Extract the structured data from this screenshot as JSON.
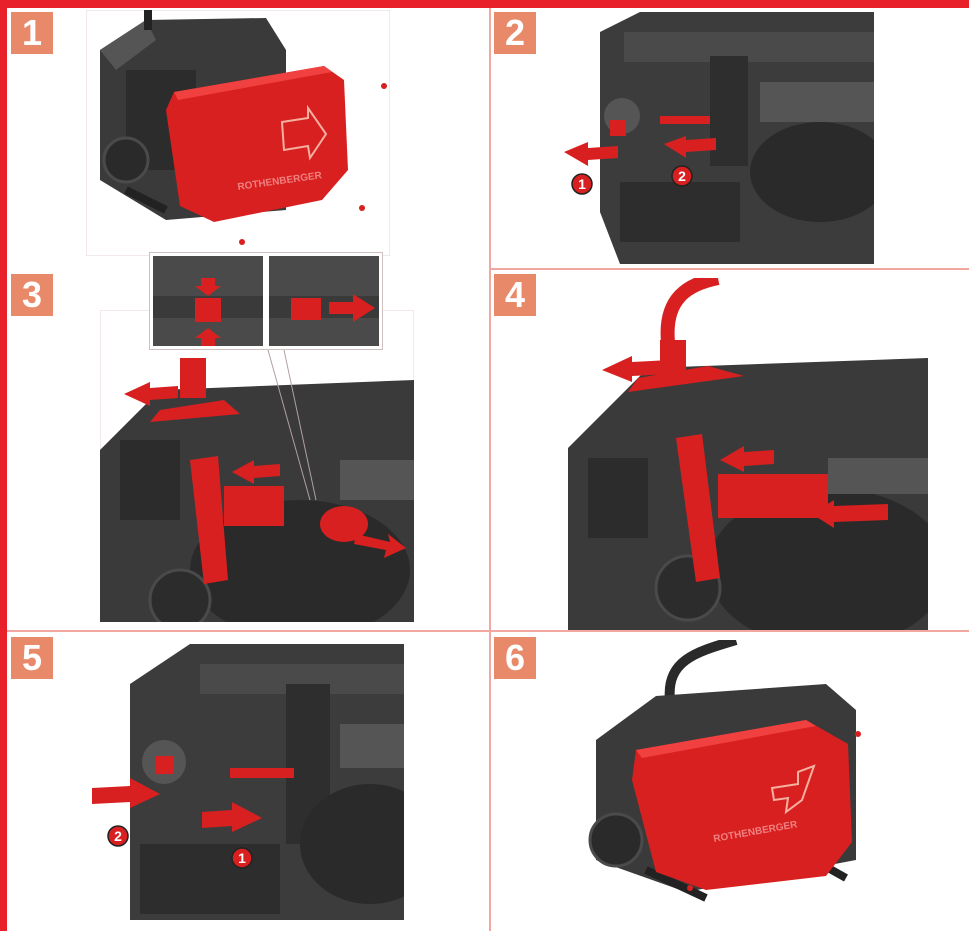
{
  "steps": [
    {
      "number": "1"
    },
    {
      "number": "2",
      "callouts": [
        "1",
        "2"
      ]
    },
    {
      "number": "3"
    },
    {
      "number": "4"
    },
    {
      "number": "5",
      "callouts": [
        "1",
        "2"
      ]
    },
    {
      "number": "6"
    }
  ],
  "colors": {
    "accent_red": "#e8202a",
    "part_red": "#d82020",
    "badge_orange": "#e88a6a",
    "machine_dark": "#3a3a3a"
  },
  "brand_mark": "ROTHENBERGER"
}
